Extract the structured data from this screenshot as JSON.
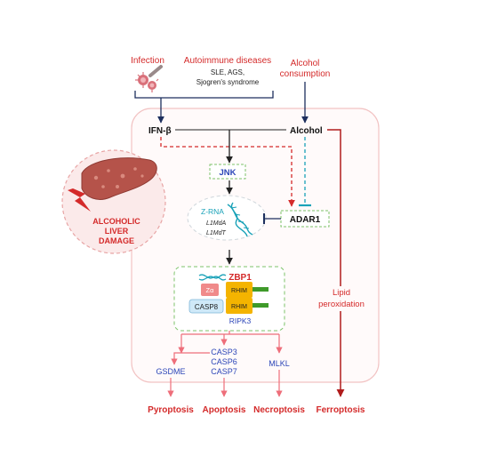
{
  "colors": {
    "red": "#d42a2a",
    "dark_red": "#b01c1c",
    "navy": "#1d2f5e",
    "blue_text": "#2c46b8",
    "teal": "#1aa2b8",
    "panel_border": "#f2c3c3",
    "panel_fill": "#fffafa",
    "green_dash": "#7cc36a",
    "rhim_fill": "#f4b400",
    "green_bar": "#3f9a2a",
    "za_fill": "#f08a8a",
    "casp8_fill": "#cfe9f8",
    "pink_arrow": "#ee6e7a"
  },
  "inputs": {
    "infection": "Infection",
    "autoimmune": "Autoimmune diseases",
    "autoimmune_sub1": "SLE, AGS,",
    "autoimmune_sub2": "Sjogren's syndrome",
    "alcohol_consumption_1": "Alcohol",
    "alcohol_consumption_2": "consumption"
  },
  "nodes": {
    "ifnb": "IFN-β",
    "alcohol": "Alcohol",
    "jnk": "JNK",
    "adar1": "ADAR1",
    "zrna": "Z-RNA",
    "l1mda": "L1MdA",
    "l1mdt": "L1MdT",
    "zbp1": "ZBP1",
    "za": "Zα",
    "rhim1": "RHIM",
    "rhim2": "RHIM",
    "casp8": "CASP8",
    "ripk3": "RIPK3",
    "lipid_1": "Lipid",
    "lipid_2": "peroxidation",
    "casp3": "CASP3",
    "casp6": "CASP6",
    "casp7": "CASP7",
    "gsdme": "GSDME",
    "mlkl": "MLKL"
  },
  "liver_label": [
    "ALCOHOLIC",
    "LIVER",
    "DAMAGE"
  ],
  "outcomes": {
    "pyroptosis": "Pyroptosis",
    "apoptosis": "Apoptosis",
    "necroptosis": "Necroptosis",
    "ferroptosis": "Ferroptosis"
  }
}
